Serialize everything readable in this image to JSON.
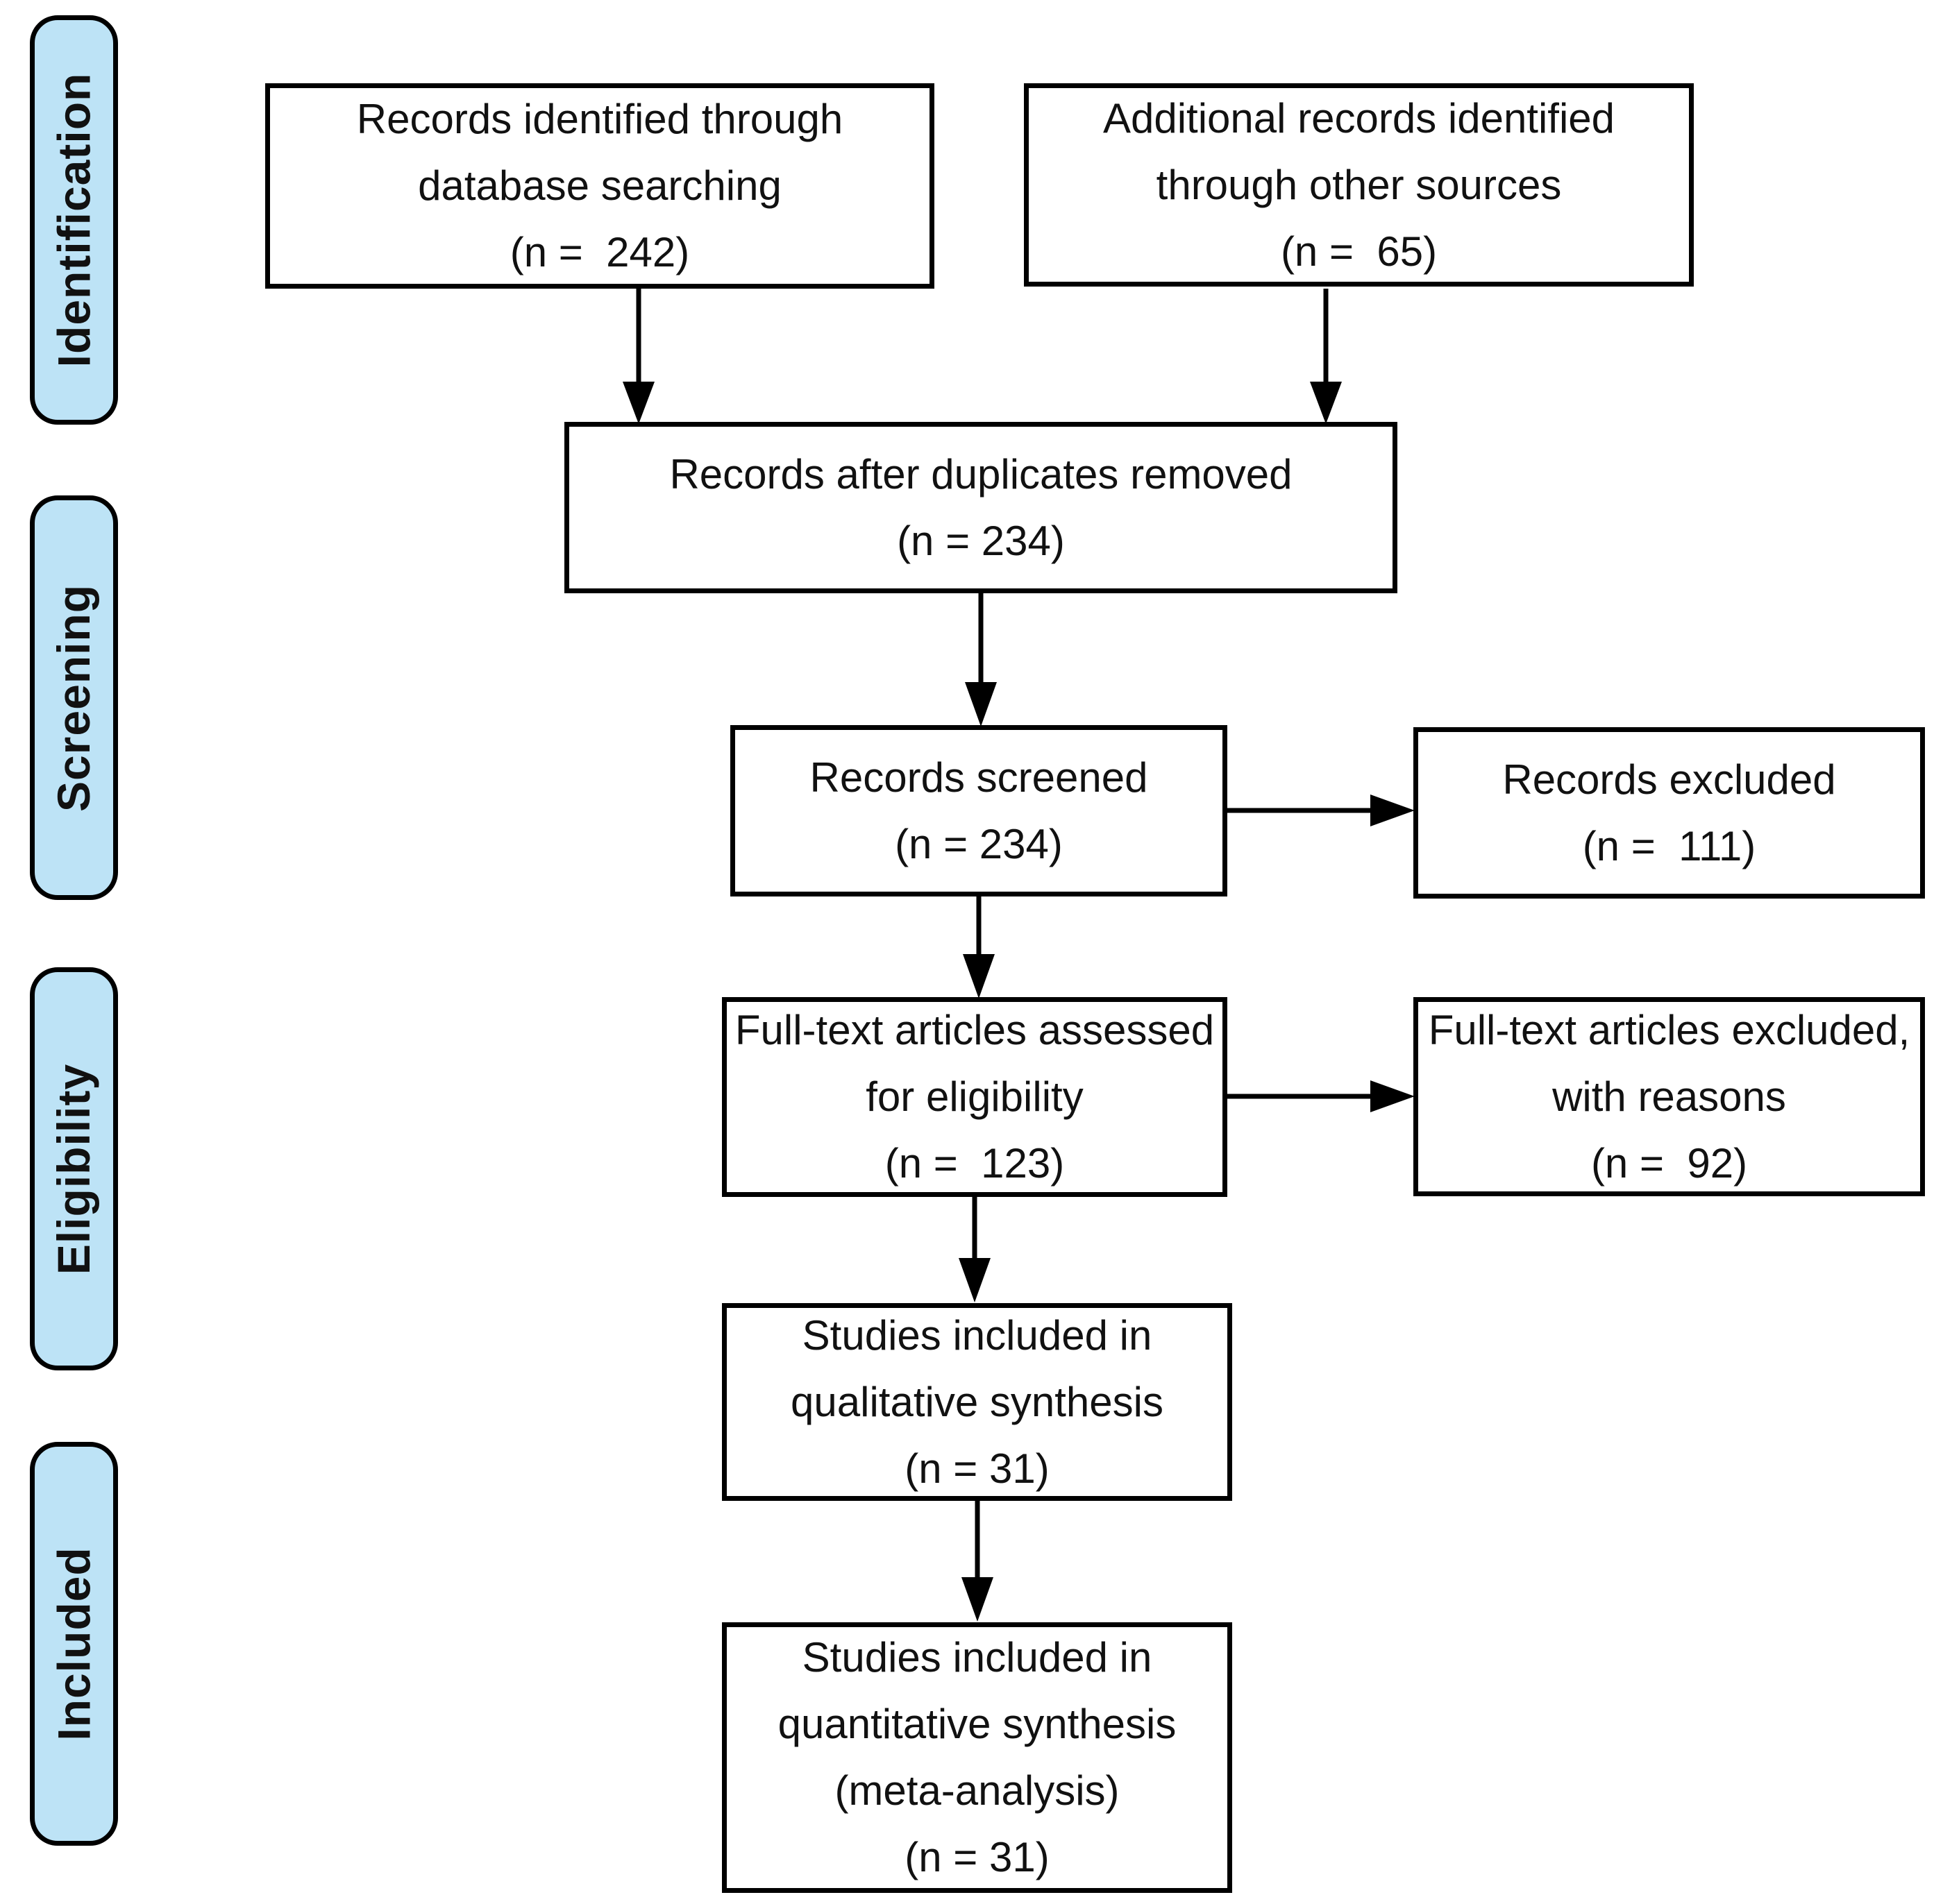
{
  "diagram": {
    "stages": [
      {
        "label": "Identification"
      },
      {
        "label": "Screening"
      },
      {
        "label": "Eligibility"
      },
      {
        "label": "Included"
      }
    ],
    "boxes": {
      "identified": {
        "line1": "Records identified through",
        "line2": "database searching",
        "count": "(n =  242)"
      },
      "additional": {
        "line1": "Additional records identified",
        "line2": "through other sources",
        "count": "(n =  65)"
      },
      "deduplicated": {
        "line1": "Records after duplicates removed",
        "count": "(n = 234)"
      },
      "screened": {
        "line1": "Records screened",
        "count": "(n = 234)"
      },
      "records_excluded": {
        "line1": "Records excluded",
        "count": "(n =  111)"
      },
      "fulltext_assessed": {
        "line1": "Full-text articles assessed",
        "line2": "for eligibility",
        "count": "(n =  123)"
      },
      "fulltext_excluded": {
        "line1": "Full-text articles excluded,",
        "line2": "with reasons",
        "count": "(n =  92)"
      },
      "qualitative": {
        "line1": "Studies included in",
        "line2": "qualitative synthesis",
        "count": "(n = 31)"
      },
      "quantitative": {
        "line1": "Studies included in",
        "line2": "quantitative synthesis",
        "line3": "(meta-analysis)",
        "count": "(n = 31)"
      }
    },
    "colors": {
      "stage_fill": "#BDE3F6",
      "box_fill": "#FFFFFF",
      "border": "#000000",
      "background": "#FFFFFF"
    }
  }
}
